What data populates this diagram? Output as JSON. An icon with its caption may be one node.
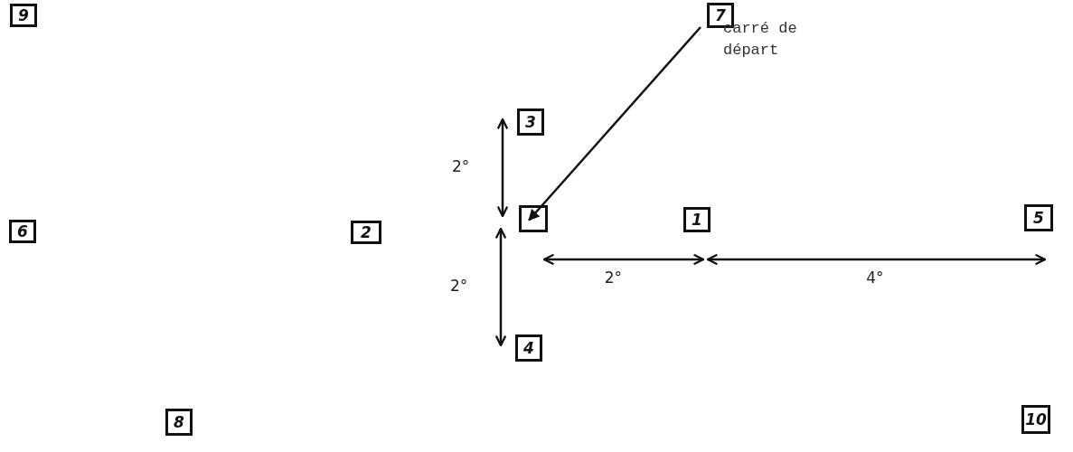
{
  "diagram": {
    "nodes": [
      {
        "text": [
          "9"
        ]
      },
      {
        "text": [
          "7"
        ]
      },
      {
        "text": [
          "carré de départ"
        ]
      },
      {
        "text": [
          "3"
        ]
      },
      {
        "text": [
          "6"
        ]
      },
      {
        "text": [
          "2"
        ]
      },
      {
        "text": [],
        "shape": "box"
      },
      {
        "text": [
          "1"
        ]
      },
      {
        "text": [
          "5"
        ]
      },
      {
        "text": [
          "4"
        ]
      },
      {
        "text": [
          "8"
        ]
      },
      {
        "text": [
          "10"
        ]
      }
    ],
    "edges": [
      {
        "from": 2,
        "to": 6,
        "arrow": "to"
      },
      {
        "from": 6,
        "to": 3,
        "arrow": "both",
        "label": "2°"
      },
      {
        "from": 6,
        "to": 9,
        "arrow": "both",
        "label": "2°"
      },
      {
        "from": 6,
        "to": 7,
        "arrow": "both",
        "label": "2°"
      },
      {
        "from": 7,
        "to": 8,
        "arrow": "both",
        "label": "4°"
      }
    ]
  }
}
